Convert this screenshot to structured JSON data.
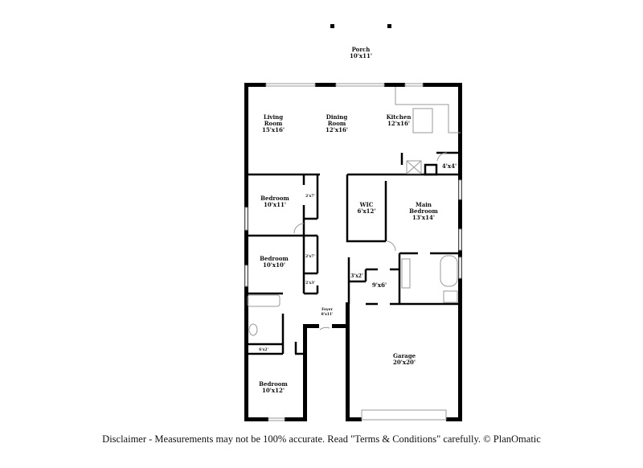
{
  "rooms": {
    "porch": {
      "name": "Porch",
      "size": "10'x11'"
    },
    "living": {
      "name1": "Living",
      "name2": "Room",
      "size": "15'x16'"
    },
    "dining": {
      "name1": "Dining",
      "name2": "Room",
      "size": "12'x16'"
    },
    "kitchen": {
      "name": "Kitchen",
      "size": "12'x16'"
    },
    "pantry": {
      "size": "4'x4'"
    },
    "bedroom1": {
      "name": "Bedroom",
      "size": "10'x11'"
    },
    "closet1": {
      "size": "2'x7'"
    },
    "bedroom2": {
      "name": "Bedroom",
      "size": "10'x10'"
    },
    "closet2": {
      "size": "2'x7'"
    },
    "closet3": {
      "size": "2'x3'"
    },
    "wic": {
      "name": "WIC",
      "size": "6'x12'"
    },
    "main_bedroom": {
      "name1": "Main",
      "name2": "Bedroom",
      "size": "13'x14'"
    },
    "closet4": {
      "size": "3'x2'"
    },
    "laundry": {
      "size": "9'x6'"
    },
    "foyer": {
      "name": "Foyer",
      "size": "8'x11'"
    },
    "closet5": {
      "size": "6'x2'"
    },
    "bedroom3": {
      "name": "Bedroom",
      "size": "10'x12'"
    },
    "garage": {
      "name": "Garage",
      "size": "20'x20'"
    }
  },
  "disclaimer": "Disclaimer - Measurements may not be 100% accurate. Read \"Terms & Conditions\" carefully. © PlanOmatic",
  "colors": {
    "wall": "#000000",
    "window": "#aaaaaa"
  }
}
